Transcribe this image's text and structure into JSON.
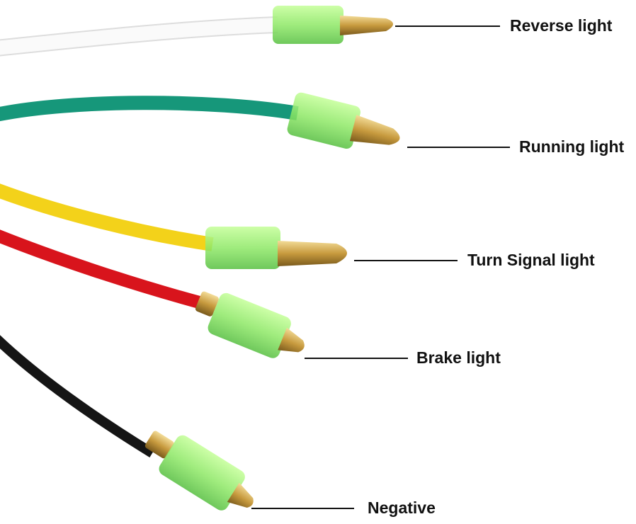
{
  "labels": {
    "reverse": "Reverse light",
    "running": "Running light",
    "turn": "Turn Signal light",
    "brake": "Brake light",
    "negative": "Negative"
  },
  "colors": {
    "white_wire": "#f4f4f4",
    "green_wire": "#16977a",
    "yellow_wire": "#f3d21a",
    "red_wire": "#d8141c",
    "black_wire": "#151515",
    "connector": "#9cf27a",
    "brass": "#c8a24a"
  }
}
